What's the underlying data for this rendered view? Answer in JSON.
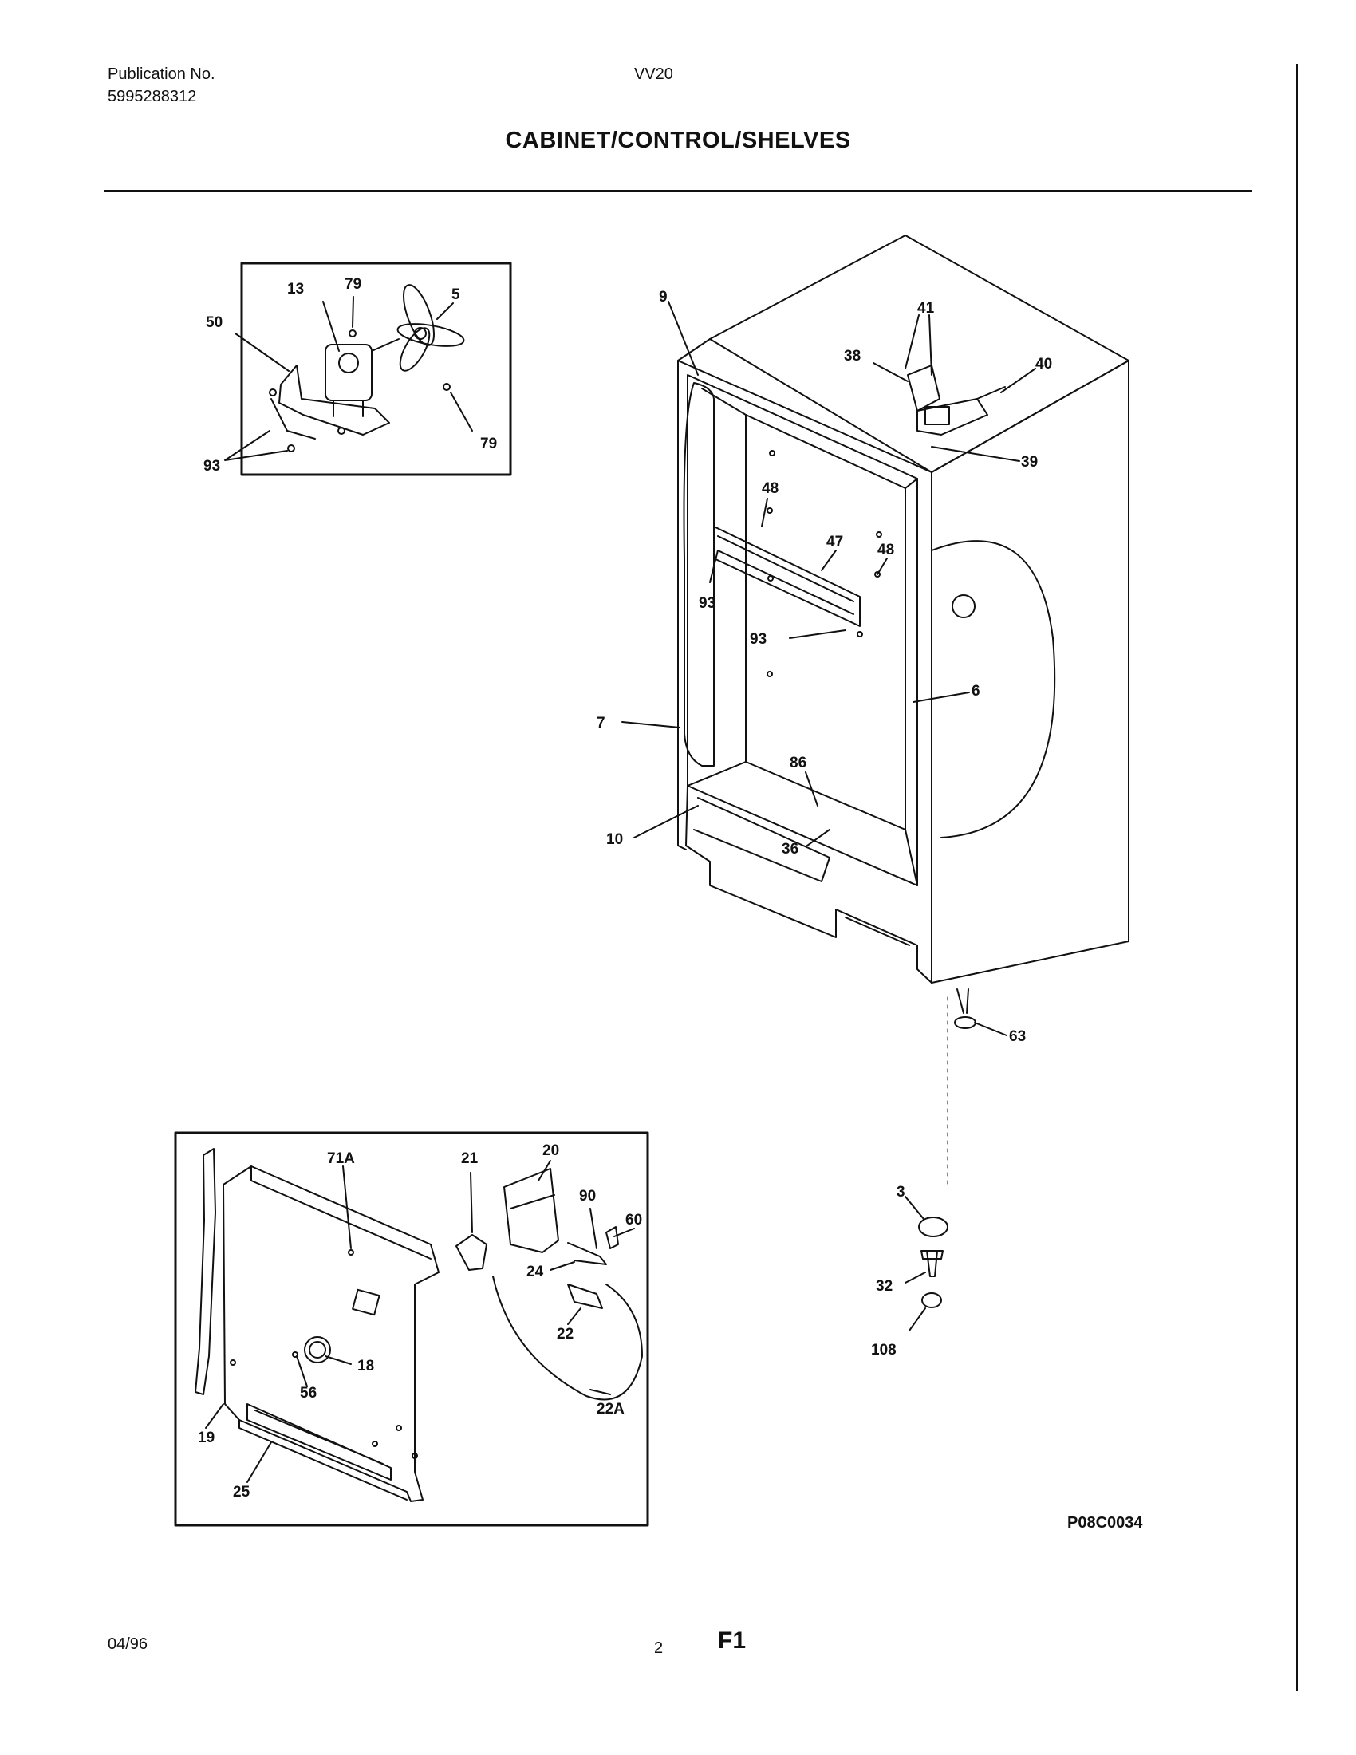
{
  "header": {
    "publication_label": "Publication No.",
    "publication_number": "5995288312",
    "model": "VV20",
    "title": "CABINET/CONTROL/SHELVES"
  },
  "footer": {
    "date": "04/96",
    "page": "2",
    "figure": "F1",
    "drawing_code": "P08C0034"
  },
  "callouts": {
    "c13": "13",
    "c79a": "79",
    "c5": "5",
    "c50": "50",
    "c93a": "93",
    "c79b": "79",
    "c9": "9",
    "c41": "41",
    "c38": "38",
    "c40": "40",
    "c39": "39",
    "c48a": "48",
    "c47": "47",
    "c48b": "48",
    "c93b": "93",
    "c93c": "93",
    "c6": "6",
    "c7": "7",
    "c86": "86",
    "c10": "10",
    "c36": "36",
    "c63": "63",
    "c71A": "71A",
    "c21": "21",
    "c20": "20",
    "c90": "90",
    "c60": "60",
    "c24": "24",
    "c22": "22",
    "c18": "18",
    "c56": "56",
    "c19": "19",
    "c22A": "22A",
    "c25": "25",
    "c3": "3",
    "c32": "32",
    "c108": "108"
  }
}
